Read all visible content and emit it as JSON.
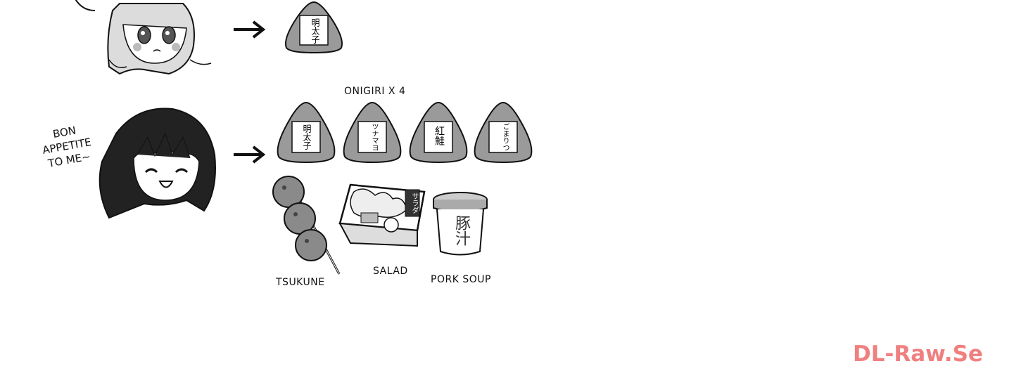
{
  "captions": {
    "onigiri_count": "ONIGIRI X 4",
    "tsukune": "TSUKUNE",
    "salad": "SALAD",
    "pork_soup": "PORK SOUP"
  },
  "speech": {
    "line1": "BON",
    "line2": "APPETITE",
    "line3": "TO ME~"
  },
  "labels": {
    "mentaiko": "明太子",
    "tuna_mayo": "ツナマヨ",
    "salmon": "紅鮭",
    "tsukudani": "ごまりつ",
    "salad_tag": "サラダ",
    "pork_soup_cup": "豚汁"
  },
  "watermark": "DL-Raw.Se",
  "colors": {
    "watermark": "#f08080",
    "ink": "#111111"
  }
}
